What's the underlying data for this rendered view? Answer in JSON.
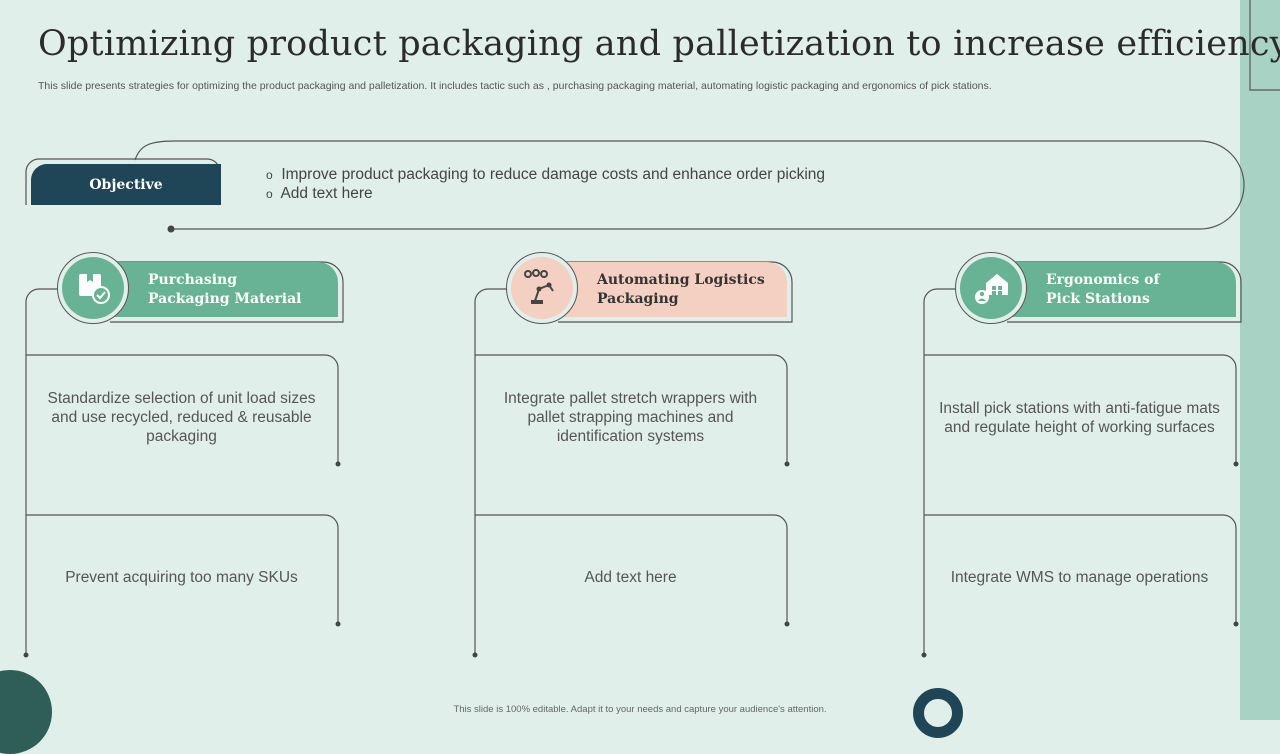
{
  "slide": {
    "title": "Optimizing product packaging and palletization to increase efficiency",
    "subtitle": "This slide presents strategies for optimizing the product packaging and palletization. It includes tactic such as , purchasing packaging material, automating logistic packaging and ergonomics of pick stations.",
    "footer": "This slide is 100% editable.  Adapt it to your needs and capture your audience's attention."
  },
  "objective": {
    "label": "Objective",
    "bullet": "o",
    "items": [
      "Improve product packaging to reduce damage costs and enhance order picking",
      "Add text here"
    ]
  },
  "columns": [
    {
      "heading": "Purchasing Packaging Material",
      "icon": "package-check-icon",
      "color": "#68b396",
      "cells": [
        "Standardize selection of unit load sizes and use recycled, reduced & reusable packaging",
        "Prevent acquiring too many SKUs"
      ]
    },
    {
      "heading": "Automating Logistics Packaging",
      "icon": "robot-arm-icon",
      "color": "#f3d0c2",
      "cells": [
        "Integrate pallet stretch wrappers with pallet strapping machines and identification systems",
        "Add text here"
      ]
    },
    {
      "heading": "Ergonomics of Pick Stations",
      "icon": "warehouse-icon",
      "color": "#68b396",
      "cells": [
        "Install pick stations with anti-fatigue mats and regulate height of working surfaces",
        "Integrate WMS to manage operations"
      ]
    }
  ],
  "colors": {
    "background": "#e1efeb",
    "navy": "#1f4657",
    "green": "#68b396",
    "peach": "#f3d0c2",
    "strip": "#a8d2c4"
  }
}
